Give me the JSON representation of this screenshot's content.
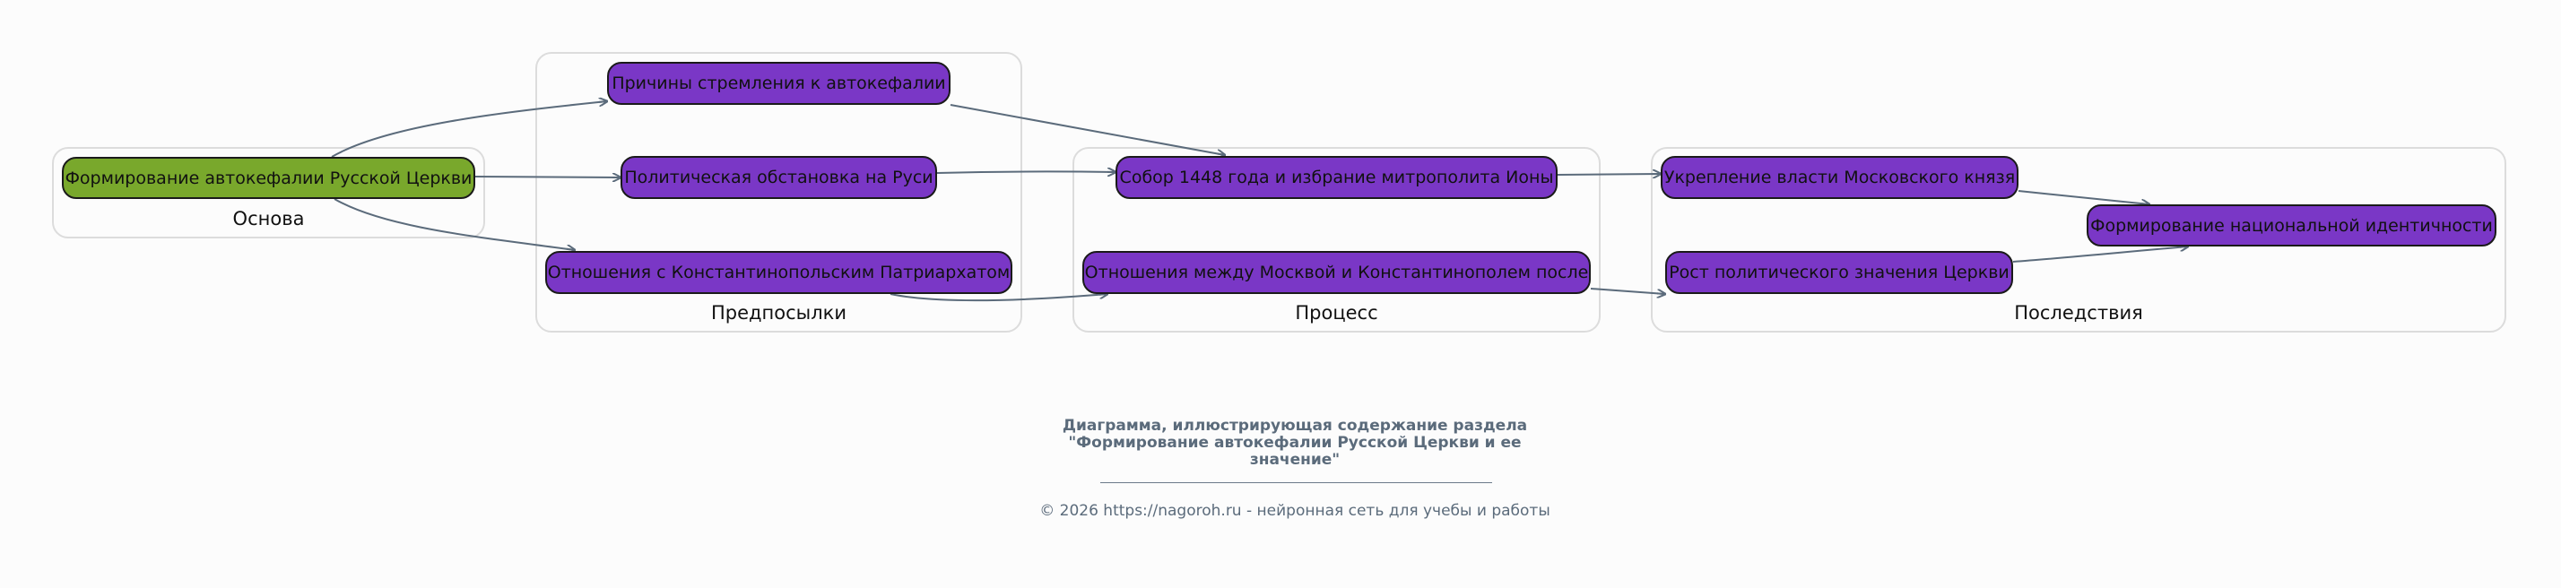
{
  "clusters": {
    "basis": "Основа",
    "prerequisites": "Предпосылки",
    "process": "Процесс",
    "consequences": "Последствия"
  },
  "nodes": {
    "root": "Формирование автокефалии Русской Церкви",
    "reasons": "Причины стремления к автокефалии",
    "political": "Политическая обстановка на Руси",
    "relations_cp": "Отношения с Константинопольским Патриархатом",
    "council": "Собор 1448 года и избрание митрополита Ионы",
    "relations_after": "Отношения между Москвой и Константинополем после",
    "strengthening": "Укрепление власти Московского князя",
    "church_role": "Рост политического значения Церкви",
    "identity": "Формирование национальной идентичности"
  },
  "caption": {
    "title_line1": "Диаграмма, иллюстрирующая содержание раздела",
    "title_line2": "\"Формирование автокефалии Русской Церкви и ее",
    "title_line3": "значение\"",
    "copyright": "© 2026 https://nagoroh.ru - нейронная сеть для учебы и работы"
  },
  "colors": {
    "root_node": "#79a82c",
    "node": "#7a37c6",
    "edge": "#5b6b7b",
    "caption": "#5b6b7b"
  }
}
